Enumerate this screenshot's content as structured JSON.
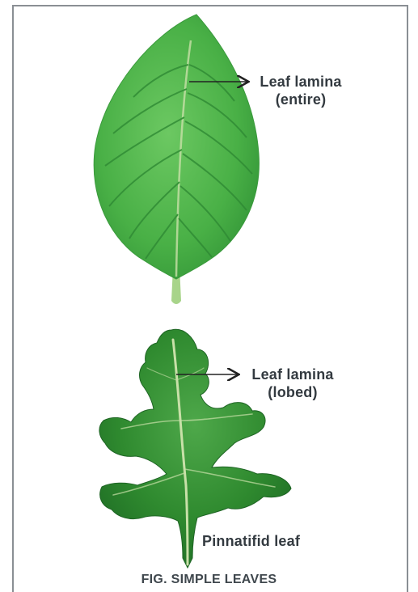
{
  "figure": {
    "caption": "FIG. SIMPLE LEAVES",
    "entire_leaf": {
      "label_line1": "Leaf lamina",
      "label_line2": "(entire)"
    },
    "lobed_leaf": {
      "label_line1": "Leaf lamina",
      "label_line2": "(lobed)"
    },
    "leaf_type": "Pinnatifid leaf"
  },
  "colors": {
    "entire_leaf_fill": "#4fb548",
    "entire_leaf_vein": "#2f8a34",
    "lobed_leaf_fill": "#2f8a2f",
    "midrib": "#c8e0a8",
    "frame_border": "#8a8f94",
    "label_text": "#333a40"
  }
}
